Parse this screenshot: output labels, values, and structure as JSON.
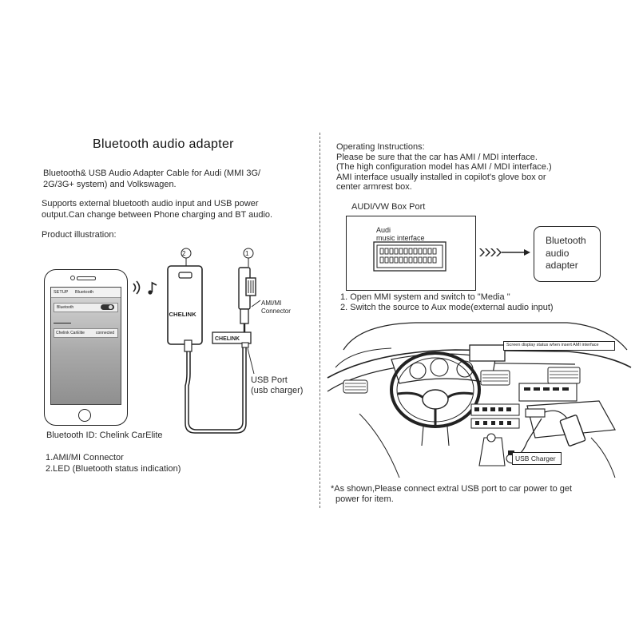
{
  "left": {
    "title": "Bluetooth audio adapter",
    "desc_line1": "Bluetooth& USB Audio Adapter Cable for Audi (MMI 3G/",
    "desc_line2": "2G/3G+ system) and Volkswagen.",
    "support_line1": "Supports external bluetooth audio input and USB power",
    "support_line2": "output.Can change between Phone charging and BT audio.",
    "product_illustration": "Product illustration:",
    "phone": {
      "setup_label": "SETUP",
      "screen_title": "Bluetooth",
      "bt_row": "Bluetooth",
      "device_name": "Chelink CarElite",
      "device_status": "connected"
    },
    "num_2": "2",
    "num_1": "1",
    "brand_text": "CHELINK",
    "ami_label_line1": "AMI/MI",
    "ami_label_line2": "Connector",
    "usb_port_line1": "USB Port",
    "usb_port_line2": "(usb charger)",
    "bt_id": "Bluetooth ID: Chelink CarElite",
    "legend_1": "1.AMI/MI Connector",
    "legend_2": "2.LED (Bluetooth status indication)"
  },
  "right": {
    "op_heading": "Operating Instructions:",
    "op_line1": "Please be sure that the car has AMI / MDI interface.",
    "op_line2": "(The high configuration model has AMI / MDI interface.)",
    "op_line3": "AMI interface usually installed in copilot's glove box or",
    "op_line4": "center armrest box.",
    "box_port_label": "AUDI/VW Box Port",
    "audi_label": "Audi",
    "music_interface_label": "music interface",
    "adapter_box_line1": "Bluetooth",
    "adapter_box_line2": "audio",
    "adapter_box_line3": "adapter",
    "step1": "1. Open MMI system and switch to \"Media \"",
    "step2": "2. Switch the source to Aux mode(external audio input)",
    "screen_status": "Screen display status when insert AMI interface",
    "usb_charger": "USB Charger",
    "note_line1": "*As shown,Please connect extral USB port to car power to get",
    "note_line2": "power for item."
  }
}
